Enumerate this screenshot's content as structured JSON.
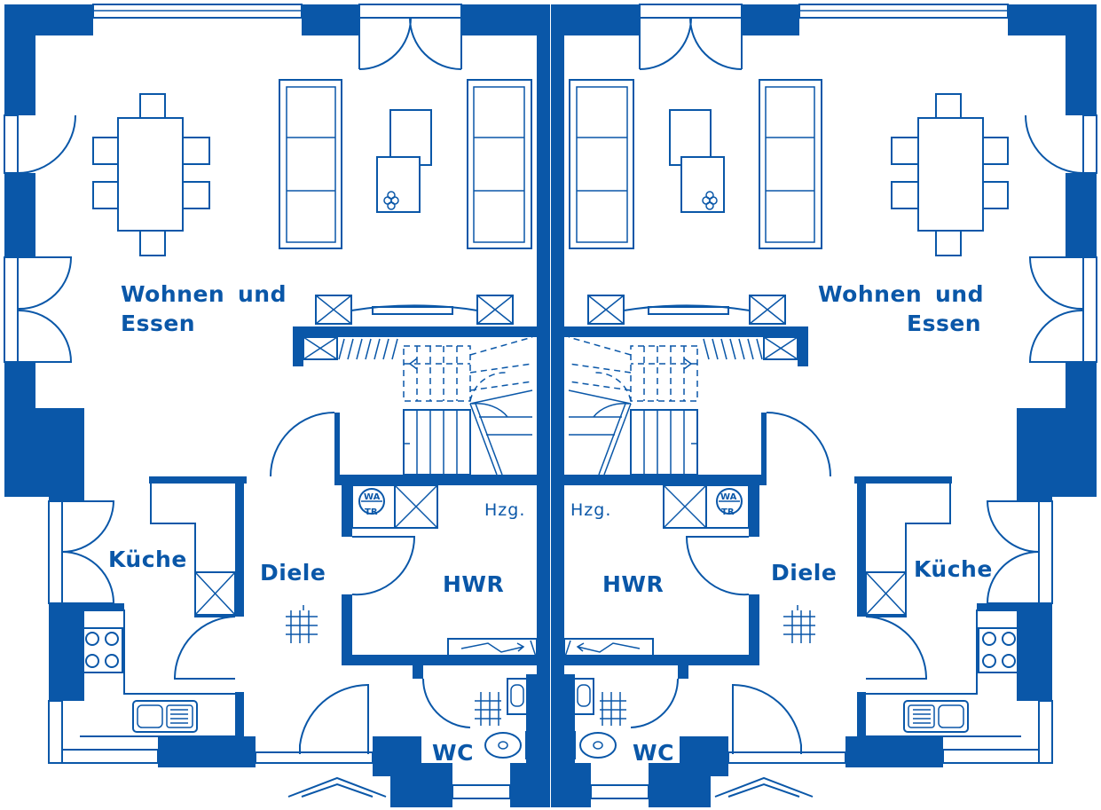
{
  "colors": {
    "primary": "#0a57a8",
    "background": "#ffffff"
  },
  "labels": {
    "living_left_1": "Wohnen",
    "living_left_2": "und",
    "living_left_3": "Essen",
    "living_right_1": "Wohnen",
    "living_right_2": "und",
    "living_right_3": "Essen",
    "kitchen": "Küche",
    "hall": "Diele",
    "utility": "HWR",
    "heating": "Hzg.",
    "wc": "WC",
    "washer_top": "WA",
    "washer_bottom": "TR"
  }
}
